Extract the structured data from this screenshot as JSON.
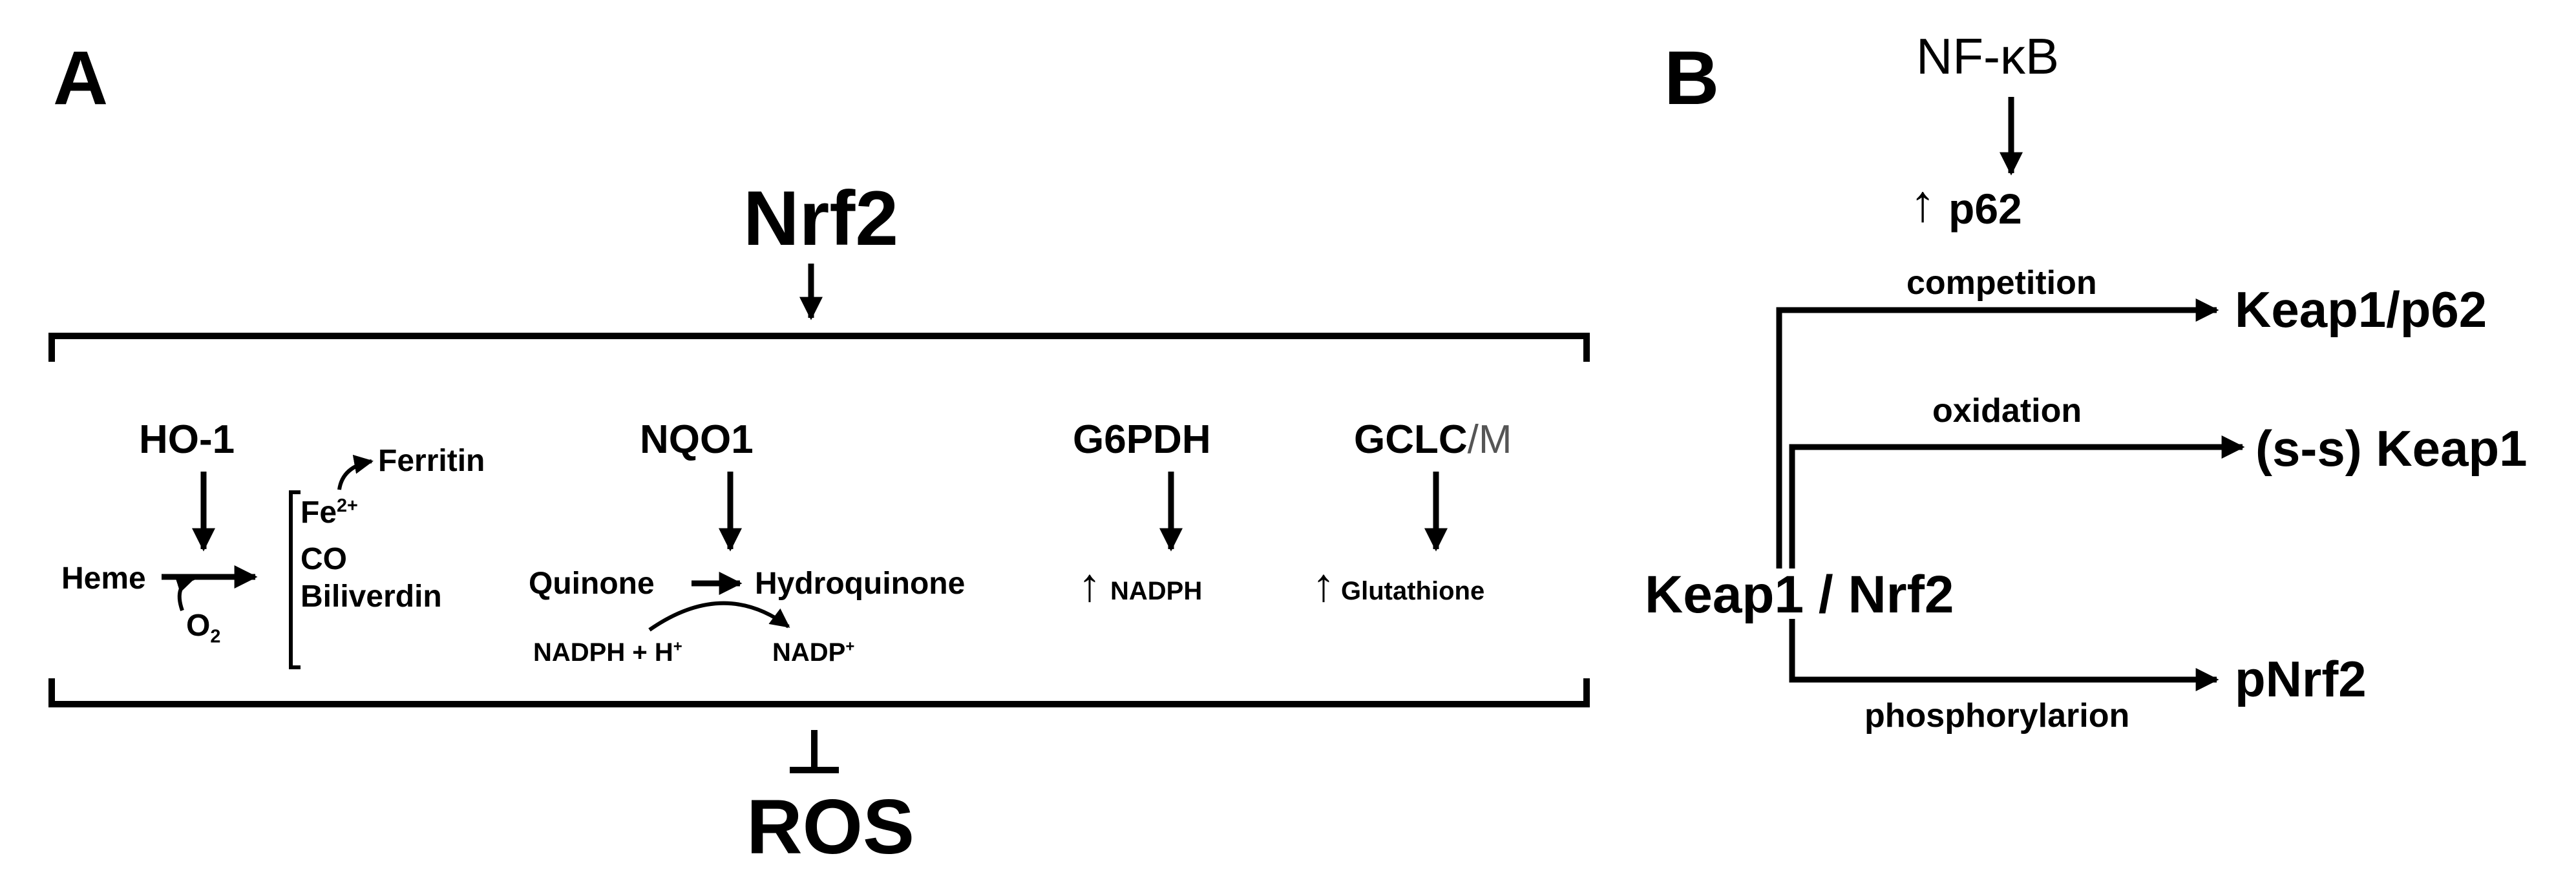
{
  "panelA": {
    "label": "A",
    "top": "Nrf2",
    "bottom": "ROS",
    "ho1": {
      "name": "HO-1",
      "heme": "Heme",
      "o2": "O",
      "o2_sub": "2",
      "fe": "Fe",
      "fe_sup": "2+",
      "ferritin": "Ferritin",
      "co": "CO",
      "biliverdin": "Biliverdin"
    },
    "nqo1": {
      "name": "NQO1",
      "quinone": "Quinone",
      "hydroquinone": "Hydroquinone",
      "nadph_h": "NADPH + H",
      "nadph_h_sup": "+",
      "nadp": "NADP",
      "nadp_sup": "+"
    },
    "g6pdh": {
      "name": "G6PDH",
      "arrow": "↑",
      "product": "NADPH"
    },
    "gclc": {
      "name": "GCLC",
      "slash_m": "/M",
      "arrow": "↑",
      "product": "Glutathione"
    }
  },
  "panelB": {
    "label": "B",
    "nfkb": "NF-κB",
    "p62_arrow": "↑",
    "p62": "p62",
    "center": "Keap1 / Nrf2",
    "competition": "competition",
    "keap1_p62": "Keap1/p62",
    "oxidation": "oxidation",
    "ss_keap1": "(s-s) Keap1",
    "phosphorylation": "phosphorylarion",
    "pnrf2": "pNrf2"
  }
}
